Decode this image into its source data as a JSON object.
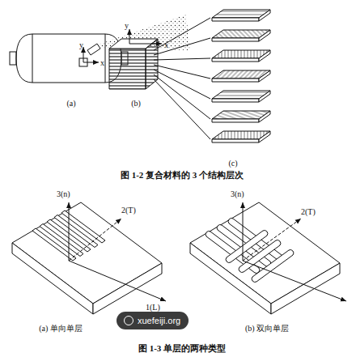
{
  "diagram": {
    "labels": [
      "y",
      "x",
      "(a)",
      "y",
      "x",
      "(b)",
      "(c)",
      "图 1-2 复合材料的 3 个结构层次",
      "3(n)",
      "2(T)",
      "1(L)",
      "(a) 单向单层",
      "3(n)",
      "2(T)",
      "(b) 双向单层",
      "xuefeiji.org",
      "图 1-3 单层的两种类型"
    ]
  }
}
